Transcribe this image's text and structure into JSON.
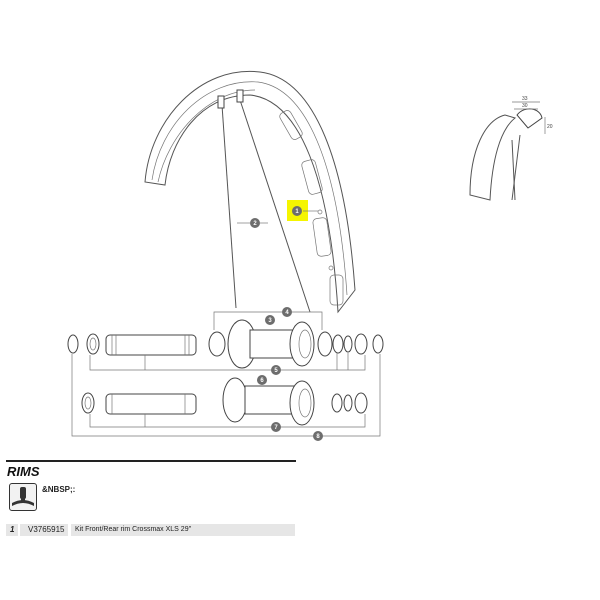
{
  "diagram": {
    "callouts": [
      "1",
      "2",
      "3",
      "4",
      "5",
      "6",
      "7",
      "8"
    ],
    "highlight_color": "#f5f500",
    "inset_dimensions": [
      "33",
      "30",
      "20"
    ]
  },
  "section": {
    "title": "RIMS",
    "category_icon": "rim-profile-icon",
    "category_label": "&NBSP;:"
  },
  "parts": [
    {
      "ref": "1",
      "code": "V3765915",
      "description": "Kit Front/Rear rim Crossmax XLS 29''"
    }
  ]
}
